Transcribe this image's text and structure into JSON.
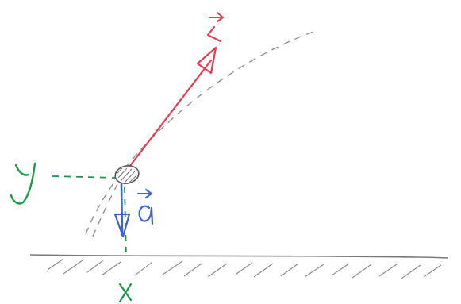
{
  "diagram": {
    "labels": {
      "velocity": "v",
      "acceleration": "a",
      "y_marker": "y",
      "x_marker": "x"
    },
    "colors": {
      "velocity": "#e33d52",
      "acceleration": "#3f63c6",
      "markers": "#1e9a44",
      "trajectory": "#8c8c8c",
      "ground": "#7a7a7a",
      "ball": "#555555"
    }
  }
}
